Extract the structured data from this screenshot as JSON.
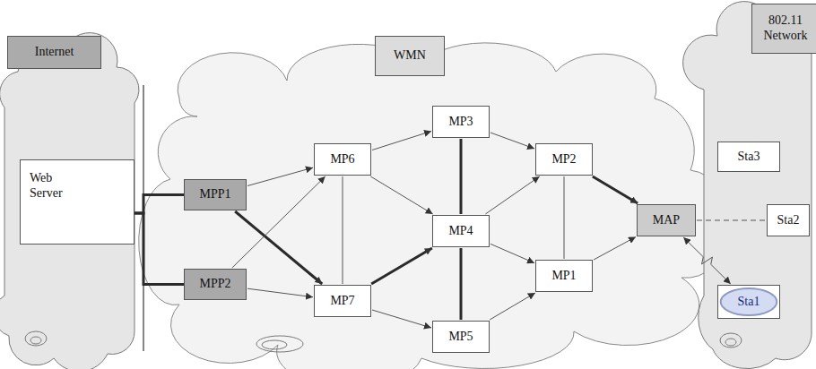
{
  "diagram": {
    "nodes": [
      {
        "text": [
          "Internet"
        ]
      },
      {
        "text": [
          "WMN"
        ]
      },
      {
        "text": [
          "802.11 Network"
        ]
      },
      {
        "text": [
          "Sta3"
        ]
      },
      {
        "text": [
          "Web Server"
        ]
      },
      {
        "text": [
          "MPP1"
        ]
      },
      {
        "text": [
          "MP6"
        ]
      },
      {
        "text": [
          "MP3"
        ]
      },
      {
        "text": [
          "MP2"
        ]
      },
      {
        "text": [
          "MAP"
        ]
      },
      {
        "text": [
          "Sta2"
        ]
      },
      {
        "text": [
          "MP4"
        ]
      },
      {
        "text": [
          "MPP2"
        ]
      },
      {
        "text": [
          "MP7"
        ]
      },
      {
        "text": [
          "MP1"
        ]
      },
      {
        "text": [
          "Sta1"
        ]
      },
      {
        "text": [
          "MP5"
        ]
      }
    ],
    "edges": [
      {
        "from": 4,
        "to": 5,
        "arrow": "none"
      },
      {
        "from": 4,
        "to": 12,
        "arrow": "none"
      },
      {
        "from": 5,
        "to": 6,
        "arrow": "to"
      },
      {
        "from": 5,
        "to": 13,
        "arrow": "to"
      },
      {
        "from": 12,
        "to": 6,
        "arrow": "to"
      },
      {
        "from": 12,
        "to": 13,
        "arrow": "to"
      },
      {
        "from": 6,
        "to": 7,
        "arrow": "to"
      },
      {
        "from": 6,
        "to": 13,
        "arrow": "none"
      },
      {
        "from": 6,
        "to": 11,
        "arrow": "to"
      },
      {
        "from": 13,
        "to": 11,
        "arrow": "to"
      },
      {
        "from": 13,
        "to": 16,
        "arrow": "to"
      },
      {
        "from": 7,
        "to": 11,
        "arrow": "none"
      },
      {
        "from": 7,
        "to": 8,
        "arrow": "to"
      },
      {
        "from": 11,
        "to": 8,
        "arrow": "to"
      },
      {
        "from": 11,
        "to": 14,
        "arrow": "to"
      },
      {
        "from": 11,
        "to": 16,
        "arrow": "none"
      },
      {
        "from": 16,
        "to": 14,
        "arrow": "to"
      },
      {
        "from": 8,
        "to": 14,
        "arrow": "none"
      },
      {
        "from": 8,
        "to": 9,
        "arrow": "to"
      },
      {
        "from": 14,
        "to": 9,
        "arrow": "to"
      },
      {
        "from": 9,
        "to": 10,
        "arrow": "none"
      },
      {
        "from": 9,
        "to": 15,
        "arrow": "both"
      }
    ]
  }
}
